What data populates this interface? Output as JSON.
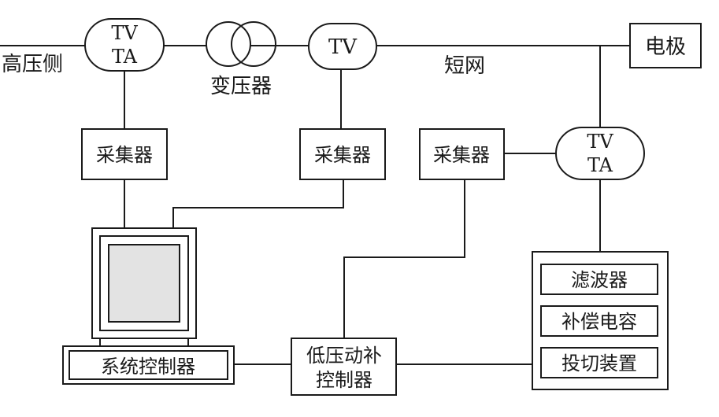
{
  "labels": {
    "high_voltage_side": "高压侧",
    "transformer": "变压器",
    "short_net": "短网",
    "electrode": "电极",
    "tv": "TV",
    "ta": "TA",
    "collector": "采集器",
    "system_controller": "系统控制器",
    "lv_controller_line1": "低压动补",
    "lv_controller_line2": "控制器",
    "filter": "滤波器",
    "comp_capacitor": "补偿电容",
    "switching_device": "投切装置"
  },
  "colors": {
    "line": "#1a1a1a",
    "screen": "#e3e3e3",
    "background": "#ffffff"
  }
}
